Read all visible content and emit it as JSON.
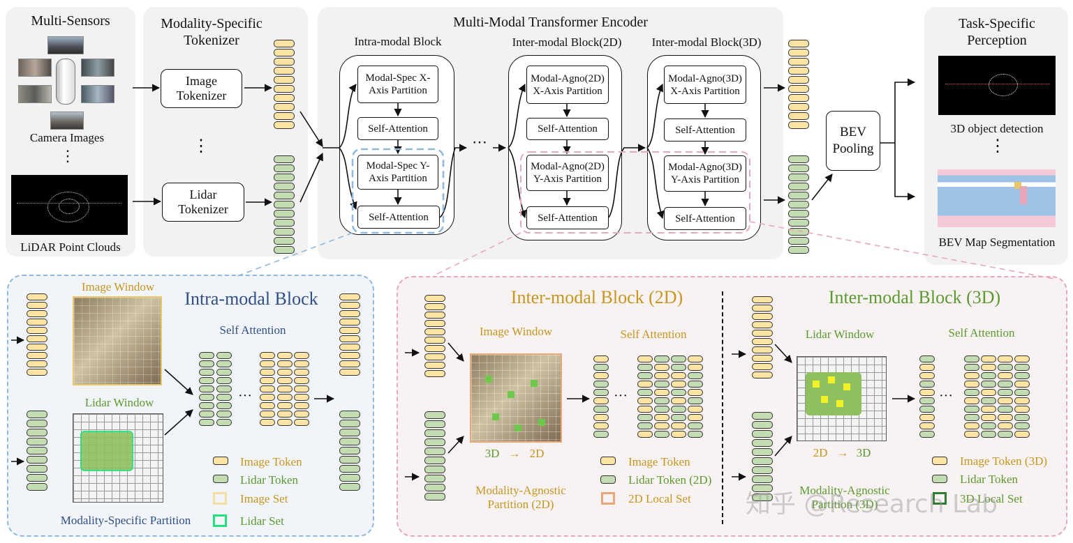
{
  "top": {
    "multi_sensors": "Multi-Sensors",
    "camera_images": "Camera Images",
    "lidar_point_clouds": "LiDAR Point Clouds",
    "vdots": "⋮",
    "tokenizer_title": "Modality-Specific Tokenizer",
    "image_tokenizer": "Image Tokenizer",
    "lidar_tokenizer": "Lidar Tokenizer",
    "encoder_title": "Multi-Modal Transformer Encoder",
    "intra_block_title": "Intra-modal Block",
    "inter2d_block_title": "Inter-modal Block(2D)",
    "inter3d_block_title": "Inter-modal Block(3D)",
    "intra_x": "Modal-Spec X-Axis Partition",
    "intra_y": "Modal-Spec Y-Axis Partition",
    "inter2d_x": "Modal-Agno(2D) X-Axis Partition",
    "inter2d_y": "Modal-Agno(2D) Y-Axis Partition",
    "inter3d_x": "Modal-Agno(3D) X-Axis Partition",
    "inter3d_y": "Modal-Agno(3D) Y-Axis Partition",
    "self_attention": "Self-Attention",
    "ellipsis": "⋯",
    "bev_pooling": "BEV Pooling",
    "task_title": "Task-Specific Perception",
    "det_label": "3D object detection",
    "seg_label": "BEV Map Segmentation"
  },
  "bottom_left": {
    "title": "Intra-modal Block",
    "image_window": "Image Window",
    "lidar_window": "Lidar Window",
    "self_attention": "Self Attention",
    "partition": "Modality-Specific Partition",
    "dots": "···",
    "legend": [
      "Image Token",
      "Lidar Token",
      "Image Set",
      "Lidar Set"
    ]
  },
  "bottom_mid": {
    "title": "Inter-modal Block (2D)",
    "image_window": "Image Window",
    "self_attention": "Self Attention",
    "proj_from": "3D",
    "proj_to": "2D",
    "partition": "Modality-Agnostic Partition (2D)",
    "dots": "···",
    "legend": [
      "Image Token",
      "Lidar Token (2D)",
      "2D Local Set"
    ]
  },
  "bottom_right": {
    "title": "Inter-modal Block (3D)",
    "lidar_window": "Lidar Window",
    "self_attention": "Self Attention",
    "proj_from": "2D",
    "proj_to": "3D",
    "partition": "Modality-Agnostic Partition (3D)",
    "dots": "···",
    "legend": [
      "Image Token (3D)",
      "Lidar Token",
      "3D Local Set"
    ]
  },
  "watermark": "知乎 @Research Lab",
  "colors": {
    "image_token": "#fbe3a4",
    "lidar_token": "#c4dcb2",
    "intra_blue": "#8fb8dd",
    "inter_pink": "#e8a8bc",
    "lidar_set": "#22e07a",
    "local_set_2d": "#e8a87c"
  }
}
